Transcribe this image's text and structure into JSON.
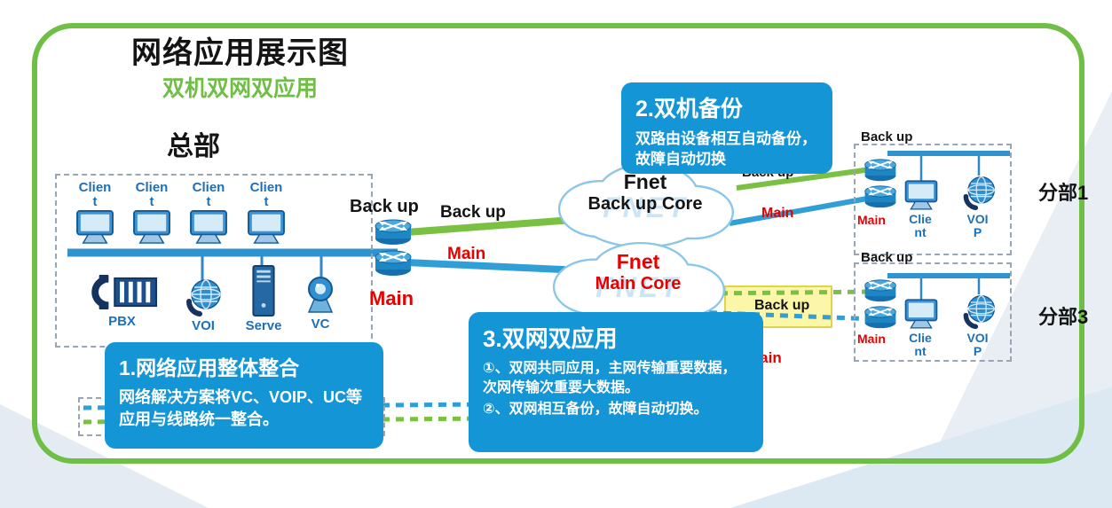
{
  "colors": {
    "frame_green": "#6fbe45",
    "callout_blue": "#1495d6",
    "line_blue": "#2f9fd6",
    "line_green": "#7ac143",
    "label_red": "#e60000",
    "device_label_blue": "#1d70b8"
  },
  "header": {
    "title": "网络应用展示图",
    "subtitle": "双机双网双应用"
  },
  "hq": {
    "title": "总部",
    "client_label": "Client",
    "device_labels": {
      "pbx": "PBX",
      "voip": "VOI",
      "server": "Serve",
      "vc": "VC"
    },
    "backup_label": "Back up",
    "main_label": "Main"
  },
  "trunk": {
    "backup_label": "Back up",
    "main_label": "Main"
  },
  "clouds": {
    "watermark": "FNET",
    "backup": {
      "name": "Fnet",
      "type": "Back up Core"
    },
    "main": {
      "name": "Fnet",
      "type": "Main Core"
    }
  },
  "branch1": {
    "title": "分部1",
    "backup_label": "Back up",
    "main_label": "Main",
    "link_backup_label": "Back up",
    "link_main_label": "Main",
    "client_label": "Client",
    "voip_label": "VOIP"
  },
  "branch3": {
    "title": "分部3",
    "backup_label": "Back up",
    "main_label": "Main",
    "link_backup_label": "Back up",
    "link_main_label": "Main",
    "client_label": "Client",
    "voip_label": "VOIP"
  },
  "callouts": {
    "c1": {
      "title": "1.网络应用整体整合",
      "body": "网络解决方案将VC、VOIP、UC等应用与线路统一整合。"
    },
    "c2": {
      "title": "2.双机备份",
      "body": "双路由设备相互自动备份，故障自动切换"
    },
    "c3": {
      "title": "3.双网双应用",
      "body1": "①、双网共同应用，主网传输重要数据，次网传输次重要大数据。",
      "body2": "②、双网相互备份，故障自动切换。"
    }
  }
}
